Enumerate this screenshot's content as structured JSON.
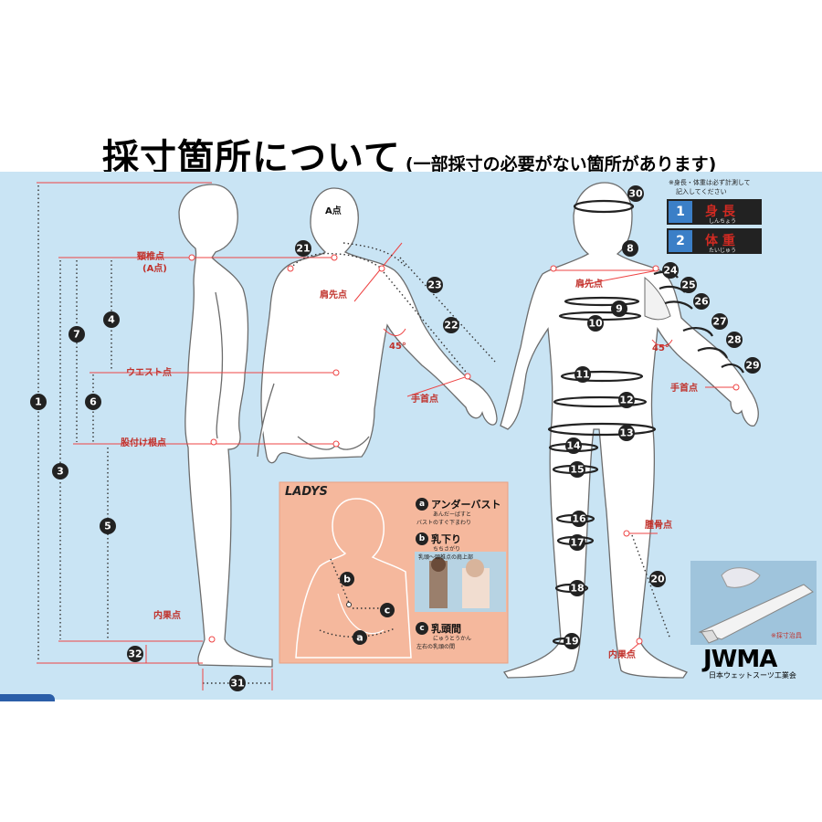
{
  "title": {
    "main": "採寸箇所について",
    "sub": "(一部採寸の必要がない箇所があります)"
  },
  "points": {
    "cervical": "頸椎点",
    "cervical_sub": "(A点)",
    "a_point": "A点",
    "waist": "ウエスト点",
    "crotch": "股付け根点",
    "ankle_left": "内果点",
    "shoulder_back": "肩先点",
    "shoulder_front": "肩先点",
    "wrist_back": "手首点",
    "wrist_front": "手首点",
    "knee": "腫骨点",
    "ankle_front": "内果点",
    "angle_back": "45°",
    "angle_front": "45°"
  },
  "numbers": [
    "1",
    "2",
    "3",
    "4",
    "5",
    "6",
    "7",
    "8",
    "9",
    "10",
    "11",
    "12",
    "13",
    "14",
    "15",
    "16",
    "17",
    "18",
    "19",
    "20",
    "21",
    "22",
    "23",
    "24",
    "25",
    "26",
    "27",
    "28",
    "29",
    "30",
    "31",
    "32"
  ],
  "legend": {
    "note_line1": "※身長・体重は必ず計測して",
    "note_line2": "記入してください",
    "items": [
      {
        "num": "1",
        "label": "身 長",
        "kana": "しんちょう"
      },
      {
        "num": "2",
        "label": "体 重",
        "kana": "たいじゅう"
      }
    ]
  },
  "ladies": {
    "header": "LADYS",
    "items": [
      {
        "key": "a",
        "label": "アンダーバスト",
        "kana": "あんだーばすと",
        "desc": "バストのすぐ下まわり"
      },
      {
        "key": "b",
        "label": "乳下り",
        "kana": "ちちさがり",
        "desc": "乳頭〜頸椎点の肩上部"
      },
      {
        "key": "c",
        "label": "乳頭間",
        "kana": "にゅうとうかん",
        "desc": "左右の乳頭の間"
      }
    ]
  },
  "tool_caption": "※採寸治具",
  "brand": {
    "logo": "JWMA",
    "name": "日本ウェットスーツ工業会"
  },
  "colors": {
    "panel": "#c9e4f4",
    "accent": "#c0322c",
    "ladies_bg": "#f5b89d"
  }
}
